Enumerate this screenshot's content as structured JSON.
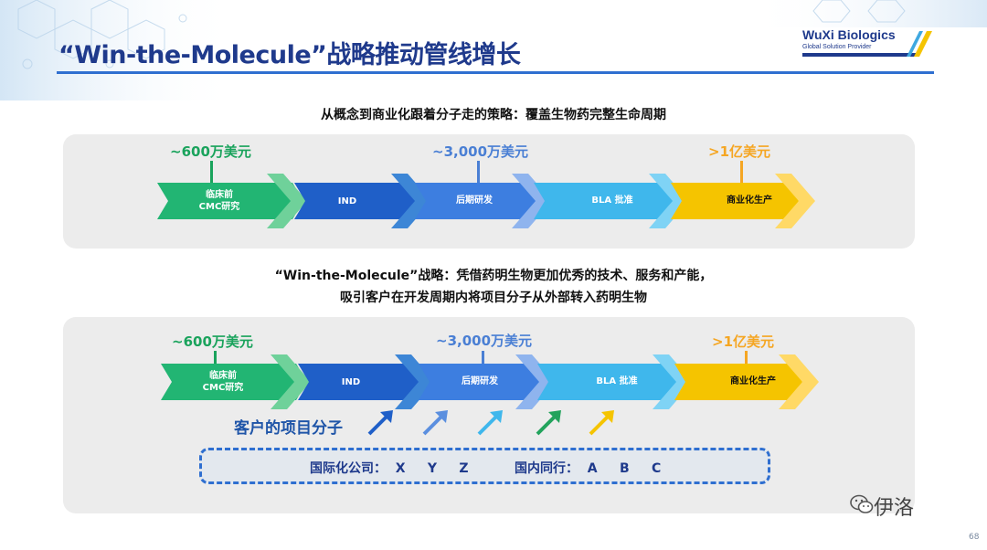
{
  "slide": {
    "title": "“Win-the-Molecule”战略推动管线增长",
    "page_number": "68"
  },
  "logo": {
    "name": "WuXi Biologics",
    "tagline": "Global Solution Provider"
  },
  "section1": {
    "heading": "从概念到商业化跟着分子走的策略：覆盖生物药完整生命周期",
    "money": [
      "~600万美元",
      "~3,000万美元",
      ">1亿美元"
    ],
    "stages": [
      "临床前\nCMC研究",
      "IND",
      "后期研发",
      "BLA 批准",
      "商业化生产"
    ]
  },
  "section2": {
    "heading_line1": "“Win-the-Molecule”战略：凭借药明生物更加优秀的技术、服务和产能，",
    "heading_line2": "吸引客户在开发周期内将项目分子从外部转入药明生物",
    "money": [
      "~600万美元",
      "~3,000万美元",
      ">1亿美元"
    ],
    "stages": [
      "临床前\nCMC研究",
      "IND",
      "后期研发",
      "BLA 批准",
      "商业化生产"
    ],
    "clients_label": "客户的项目分子",
    "international": "国际化公司：  X     Y     Z",
    "domestic": "国内同行：  A     B     C"
  },
  "colors": {
    "green": "#22b573",
    "blue_dark": "#1f5fc8",
    "blue_mid": "#3d7ee0",
    "blue_light": "#3fb7ec",
    "yellow": "#f5c400",
    "money_green": "#1aa35c",
    "money_blue": "#4a7fd4",
    "money_orange": "#f5a623"
  },
  "watermark": "伊洛"
}
